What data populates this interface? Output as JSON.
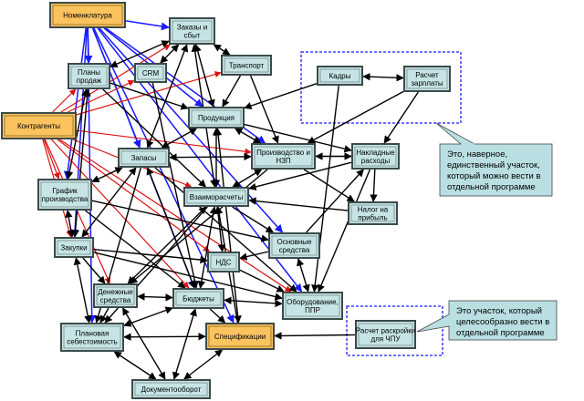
{
  "colors": {
    "node_fill": "#c6e4e6",
    "node_fill_primary": "#fbc35e",
    "node_border": "#3c4a4a",
    "edge_black": "#000000",
    "edge_blue": "#1a1aff",
    "edge_red": "#dd1111",
    "group_dash": "#1a1aff",
    "callout_fill": "#b9dfe2"
  },
  "nodes": {
    "nomenklatura": {
      "lines": [
        "Номенклатура"
      ],
      "primary": true
    },
    "zakazy": {
      "lines": [
        "Заказы и",
        "сбыт"
      ]
    },
    "plany": {
      "lines": [
        "Планы",
        "продаж"
      ]
    },
    "crm": {
      "lines": [
        "CRM"
      ]
    },
    "transport": {
      "lines": [
        "Транспорт"
      ]
    },
    "kontragenty": {
      "lines": [
        "Контрагенты"
      ],
      "primary": true
    },
    "produkcia": {
      "lines": [
        "Продукция"
      ]
    },
    "kadry": {
      "lines": [
        "Кадры"
      ]
    },
    "zarplata": {
      "lines": [
        "Расчет",
        "зарплаты"
      ]
    },
    "proizvodstvo": {
      "lines": [
        "Производство и",
        "НЗП"
      ]
    },
    "nakladnye": {
      "lines": [
        "Накладные",
        "расходы"
      ]
    },
    "zapasy": {
      "lines": [
        "Запасы"
      ]
    },
    "grafik": {
      "lines": [
        "График",
        "производства"
      ]
    },
    "vzaimo": {
      "lines": [
        "Взаиморасчеты"
      ]
    },
    "nalog": {
      "lines": [
        "Налог на",
        "прибыль"
      ]
    },
    "zakupki": {
      "lines": [
        "Закупки"
      ]
    },
    "osnovnye": {
      "lines": [
        "Основные",
        "средства"
      ]
    },
    "nds": {
      "lines": [
        "НДС"
      ]
    },
    "denezhnye": {
      "lines": [
        "Денежные",
        "средства"
      ]
    },
    "byudzhety": {
      "lines": [
        "Бюджеты"
      ]
    },
    "oborudovanie": {
      "lines": [
        "Оборудование,",
        "ППР"
      ]
    },
    "planovaya": {
      "lines": [
        "Плановая",
        "себестоимость"
      ]
    },
    "specifikacii": {
      "lines": [
        "Спецификации"
      ],
      "primary": true
    },
    "raskroi": {
      "lines": [
        "Расчет раскройки",
        "для ЧПУ"
      ]
    },
    "dokumentooborot": {
      "lines": [
        "Документооборот"
      ]
    }
  },
  "callouts": [
    {
      "lines": [
        "Это, наверное,",
        "единственный участок,",
        "который можно вести в",
        "отдельной программе"
      ]
    },
    {
      "lines": [
        "Это участок, который",
        "целесообразно вести в",
        "отдельной программе"
      ]
    }
  ],
  "edges": [
    {
      "from": "nomenklatura",
      "to": "zakazy",
      "color": "blue"
    },
    {
      "from": "nomenklatura",
      "to": "plany",
      "color": "blue"
    },
    {
      "from": "nomenklatura",
      "to": "grafik",
      "color": "blue"
    },
    {
      "from": "nomenklatura",
      "to": "zakupki",
      "color": "blue"
    },
    {
      "from": "nomenklatura",
      "to": "planovaya",
      "color": "blue"
    },
    {
      "from": "nomenklatura",
      "to": "zapasy",
      "color": "blue"
    },
    {
      "from": "nomenklatura",
      "to": "produkcia",
      "color": "blue"
    },
    {
      "from": "nomenklatura",
      "to": "proizvodstvo",
      "color": "blue"
    },
    {
      "from": "nomenklatura",
      "to": "byudzhety",
      "color": "blue"
    },
    {
      "from": "nomenklatura",
      "to": "specifikacii",
      "color": "blue"
    },
    {
      "from": "nomenklatura",
      "to": "oborudovanie",
      "color": "blue"
    },
    {
      "from": "nomenklatura",
      "to": "osnovnye",
      "color": "blue"
    },
    {
      "from": "kontragenty",
      "to": "plany",
      "color": "red"
    },
    {
      "from": "kontragenty",
      "to": "crm",
      "color": "red"
    },
    {
      "from": "kontragenty",
      "to": "zakazy",
      "color": "red"
    },
    {
      "from": "kontragenty",
      "to": "transport",
      "color": "red"
    },
    {
      "from": "kontragenty",
      "to": "proizvodstvo",
      "color": "red"
    },
    {
      "from": "kontragenty",
      "to": "grafik",
      "color": "red"
    },
    {
      "from": "kontragenty",
      "to": "zakupki",
      "color": "red"
    },
    {
      "from": "kontragenty",
      "to": "denezhnye",
      "color": "red"
    },
    {
      "from": "kontragenty",
      "to": "byudzhety",
      "color": "red"
    },
    {
      "from": "kontragenty",
      "to": "nds",
      "color": "red"
    },
    {
      "from": "kontragenty",
      "to": "oborudovanie",
      "color": "red"
    },
    {
      "from": "kontragenty",
      "to": "vzaimo",
      "color": "red"
    },
    {
      "from": "proizvodstvo",
      "to": "nakladnye",
      "color": "red"
    },
    {
      "from": "zakazy",
      "to": "plany",
      "color": "black",
      "both": true
    },
    {
      "from": "zakazy",
      "to": "transport",
      "color": "black",
      "both": true
    },
    {
      "from": "zakazy",
      "to": "produkcia",
      "color": "black",
      "both": true
    },
    {
      "from": "zakazy",
      "to": "vzaimo",
      "color": "black",
      "both": true
    },
    {
      "from": "zakazy",
      "to": "zapasy",
      "color": "black",
      "both": true
    },
    {
      "from": "zakazy",
      "to": "crm",
      "color": "black",
      "both": true
    },
    {
      "from": "transport",
      "to": "proizvodstvo",
      "color": "black"
    },
    {
      "from": "transport",
      "to": "produkcia",
      "color": "black"
    },
    {
      "from": "plany",
      "to": "grafik",
      "color": "black",
      "both": true
    },
    {
      "from": "plany",
      "to": "zakupki",
      "color": "black",
      "both": true
    },
    {
      "from": "plany",
      "to": "produkcia",
      "color": "black"
    },
    {
      "from": "plany",
      "to": "vzaimo",
      "color": "black"
    },
    {
      "from": "crm",
      "to": "byudzhety",
      "color": "black"
    },
    {
      "from": "produkcia",
      "to": "proizvodstvo",
      "color": "black",
      "both": true
    },
    {
      "from": "produkcia",
      "to": "nakladnye",
      "color": "black"
    },
    {
      "from": "produkcia",
      "to": "zapasy",
      "color": "black",
      "both": true
    },
    {
      "from": "produkcia",
      "to": "vzaimo",
      "color": "black",
      "both": true
    },
    {
      "from": "produkcia",
      "to": "specifikacii",
      "color": "black",
      "both": true
    },
    {
      "from": "kadry",
      "to": "zarplata",
      "color": "black",
      "both": true
    },
    {
      "from": "kadry",
      "to": "produkcia",
      "color": "black"
    },
    {
      "from": "kadry",
      "to": "oborudovanie",
      "color": "black"
    },
    {
      "from": "zarplata",
      "to": "nakladnye",
      "color": "black"
    },
    {
      "from": "zarplata",
      "to": "proizvodstvo",
      "color": "black"
    },
    {
      "from": "proizvodstvo",
      "to": "nakladnye",
      "color": "black",
      "both": true
    },
    {
      "from": "proizvodstvo",
      "to": "nalog",
      "color": "black"
    },
    {
      "from": "proizvodstvo",
      "to": "zapasy",
      "color": "black",
      "both": true
    },
    {
      "from": "proizvodstvo",
      "to": "vzaimo",
      "color": "black",
      "both": true
    },
    {
      "from": "proizvodstvo",
      "to": "denezhnye",
      "color": "black"
    },
    {
      "from": "nakladnye",
      "to": "nalog",
      "color": "black"
    },
    {
      "from": "nakladnye",
      "to": "vzaimo",
      "color": "black"
    },
    {
      "from": "nakladnye",
      "to": "oborudovanie",
      "color": "black"
    },
    {
      "from": "nalog",
      "to": "vzaimo",
      "color": "black"
    },
    {
      "from": "zapasy",
      "to": "grafik",
      "color": "black",
      "both": true
    },
    {
      "from": "zapasy",
      "to": "zakupki",
      "color": "black",
      "both": true
    },
    {
      "from": "zapasy",
      "to": "byudzhety",
      "color": "black",
      "both": true
    },
    {
      "from": "zapasy",
      "to": "planovaya",
      "color": "black"
    },
    {
      "from": "zapasy",
      "to": "oborudovanie",
      "color": "black"
    },
    {
      "from": "grafik",
      "to": "zakupki",
      "color": "black",
      "both": true
    },
    {
      "from": "grafik",
      "to": "byudzhety",
      "color": "black"
    },
    {
      "from": "grafik",
      "to": "osnovnye",
      "color": "black"
    },
    {
      "from": "vzaimo",
      "to": "nds",
      "color": "black",
      "both": true
    },
    {
      "from": "vzaimo",
      "to": "byudzhety",
      "color": "black",
      "both": true
    },
    {
      "from": "vzaimo",
      "to": "denezhnye",
      "color": "black",
      "both": true
    },
    {
      "from": "vzaimo",
      "to": "osnovnye",
      "color": "black"
    },
    {
      "from": "vzaimo",
      "to": "planovaya",
      "color": "black"
    },
    {
      "from": "zakupki",
      "to": "planovaya",
      "color": "black",
      "both": true
    },
    {
      "from": "zakupki",
      "to": "denezhnye",
      "color": "black"
    },
    {
      "from": "zakupki",
      "to": "nds",
      "color": "black"
    },
    {
      "from": "zakupki",
      "to": "oborudovanie",
      "color": "black"
    },
    {
      "from": "osnovnye",
      "to": "oborudovanie",
      "color": "black",
      "both": true
    },
    {
      "from": "osnovnye",
      "to": "nds",
      "color": "black"
    },
    {
      "from": "osnovnye",
      "to": "nakladnye",
      "color": "black"
    },
    {
      "from": "nds",
      "to": "oborudovanie",
      "color": "black"
    },
    {
      "from": "denezhnye",
      "to": "byudzhety",
      "color": "black",
      "both": true
    },
    {
      "from": "denezhnye",
      "to": "planovaya",
      "color": "black"
    },
    {
      "from": "byudzhety",
      "to": "oborudovanie",
      "color": "black",
      "both": true
    },
    {
      "from": "byudzhety",
      "to": "specifikacii",
      "color": "black"
    },
    {
      "from": "byudzhety",
      "to": "planovaya",
      "color": "black",
      "both": true
    },
    {
      "from": "planovaya",
      "to": "specifikacii",
      "color": "black",
      "both": true
    },
    {
      "from": "specifikacii",
      "to": "vzaimo",
      "color": "black"
    },
    {
      "from": "raskroi",
      "to": "specifikacii",
      "color": "black"
    },
    {
      "from": "dokumentooborot",
      "to": "specifikacii",
      "color": "black",
      "both": true
    },
    {
      "from": "dokumentooborot",
      "to": "planovaya",
      "color": "black",
      "both": true
    },
    {
      "from": "dokumentooborot",
      "to": "denezhnye",
      "color": "black",
      "both": true
    },
    {
      "from": "dokumentooborot",
      "to": "byudzhety",
      "color": "black",
      "both": true
    }
  ]
}
